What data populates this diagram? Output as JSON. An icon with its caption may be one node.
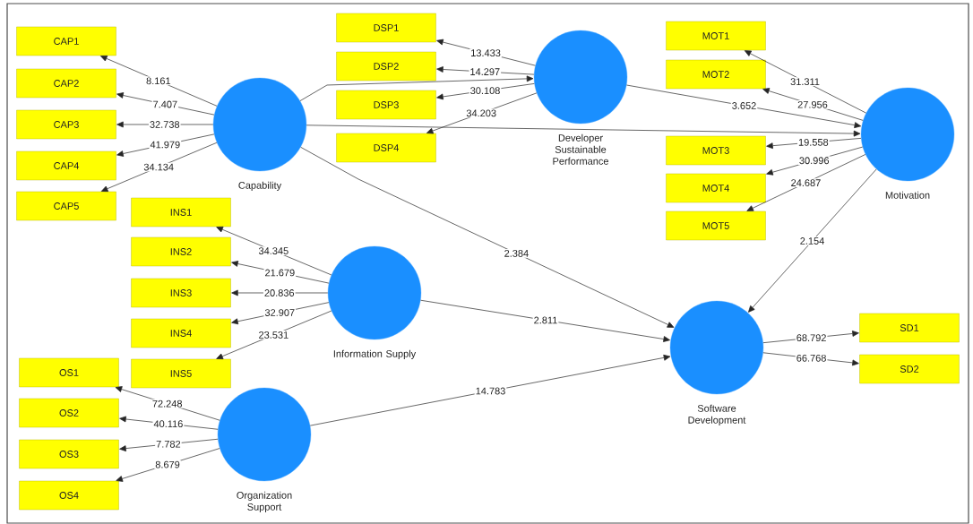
{
  "diagram": {
    "nodes": [
      {
        "text": [
          "CAP1"
        ]
      },
      {
        "text": [
          "CAP2"
        ]
      },
      {
        "text": [
          "CAP3"
        ]
      },
      {
        "text": [
          "CAP4"
        ]
      },
      {
        "text": [
          "CAP5"
        ]
      },
      {
        "text": [
          "Capability"
        ]
      },
      {
        "text": [
          "DSP1"
        ]
      },
      {
        "text": [
          "DSP2"
        ]
      },
      {
        "text": [
          "DSP3"
        ]
      },
      {
        "text": [
          "DSP4"
        ]
      },
      {
        "text": [
          "Developer Sustainable Performance"
        ]
      },
      {
        "text": [
          "MOT1"
        ]
      },
      {
        "text": [
          "MOT2"
        ]
      },
      {
        "text": [
          "MOT3"
        ]
      },
      {
        "text": [
          "MOT4"
        ]
      },
      {
        "text": [
          "MOT5"
        ]
      },
      {
        "text": [
          "Motivation"
        ]
      },
      {
        "text": [
          "INS1"
        ]
      },
      {
        "text": [
          "INS2"
        ]
      },
      {
        "text": [
          "INS3"
        ]
      },
      {
        "text": [
          "INS4"
        ]
      },
      {
        "text": [
          "INS5"
        ]
      },
      {
        "text": [
          "Information Supply"
        ]
      },
      {
        "text": [
          "OS1"
        ]
      },
      {
        "text": [
          "OS2"
        ]
      },
      {
        "text": [
          "OS3"
        ]
      },
      {
        "text": [
          "OS4"
        ]
      },
      {
        "text": [
          "Organization Support"
        ]
      },
      {
        "text": [
          "Software Development"
        ]
      },
      {
        "text": [
          "SD1"
        ]
      },
      {
        "text": [
          "SD2"
        ]
      }
    ],
    "edges": [
      {
        "from": 5,
        "to": 0,
        "arrow": "to",
        "label": "8.161"
      },
      {
        "from": 5,
        "to": 1,
        "arrow": "to",
        "label": "7.407"
      },
      {
        "from": 5,
        "to": 2,
        "arrow": "to",
        "label": "32.738"
      },
      {
        "from": 5,
        "to": 3,
        "arrow": "to",
        "label": "41.979"
      },
      {
        "from": 5,
        "to": 4,
        "arrow": "to",
        "label": "34.134"
      },
      {
        "from": 10,
        "to": 6,
        "arrow": "to",
        "label": "13.433"
      },
      {
        "from": 10,
        "to": 7,
        "arrow": "to",
        "label": "14.297"
      },
      {
        "from": 10,
        "to": 8,
        "arrow": "to",
        "label": "30.108"
      },
      {
        "from": 10,
        "to": 9,
        "arrow": "to",
        "label": "34.203"
      },
      {
        "from": 16,
        "to": 11,
        "arrow": "to",
        "label": "31.311"
      },
      {
        "from": 16,
        "to": 12,
        "arrow": "to",
        "label": "27.956"
      },
      {
        "from": 16,
        "to": 13,
        "arrow": "to",
        "label": "19.558"
      },
      {
        "from": 16,
        "to": 14,
        "arrow": "to",
        "label": "30.996"
      },
      {
        "from": 16,
        "to": 15,
        "arrow": "to",
        "label": "24.687"
      },
      {
        "from": 22,
        "to": 17,
        "arrow": "to",
        "label": "34.345"
      },
      {
        "from": 22,
        "to": 18,
        "arrow": "to",
        "label": "21.679"
      },
      {
        "from": 22,
        "to": 19,
        "arrow": "to",
        "label": "20.836"
      },
      {
        "from": 22,
        "to": 20,
        "arrow": "to",
        "label": "32.907"
      },
      {
        "from": 22,
        "to": 21,
        "arrow": "to",
        "label": "23.531"
      },
      {
        "from": 27,
        "to": 23,
        "arrow": "to",
        "label": "72.248"
      },
      {
        "from": 27,
        "to": 24,
        "arrow": "to",
        "label": "40.116"
      },
      {
        "from": 27,
        "to": 25,
        "arrow": "to",
        "label": "7.782"
      },
      {
        "from": 27,
        "to": 26,
        "arrow": "to",
        "label": "8.679"
      },
      {
        "from": 28,
        "to": 29,
        "arrow": "to",
        "label": "68.792"
      },
      {
        "from": 28,
        "to": 30,
        "arrow": "to",
        "label": "66.768"
      },
      {
        "from": 5,
        "to": 10,
        "arrow": "to"
      },
      {
        "from": 5,
        "to": 16,
        "arrow": "to"
      },
      {
        "from": 10,
        "to": 16,
        "arrow": "to",
        "label": "3.652"
      },
      {
        "from": 5,
        "to": 28,
        "arrow": "to",
        "label": "2.384"
      },
      {
        "from": 16,
        "to": 28,
        "arrow": "to",
        "label": "2.154"
      },
      {
        "from": 22,
        "to": 28,
        "arrow": "to",
        "label": "2.811"
      },
      {
        "from": 27,
        "to": 28,
        "arrow": "to",
        "label": "14.783"
      }
    ]
  }
}
